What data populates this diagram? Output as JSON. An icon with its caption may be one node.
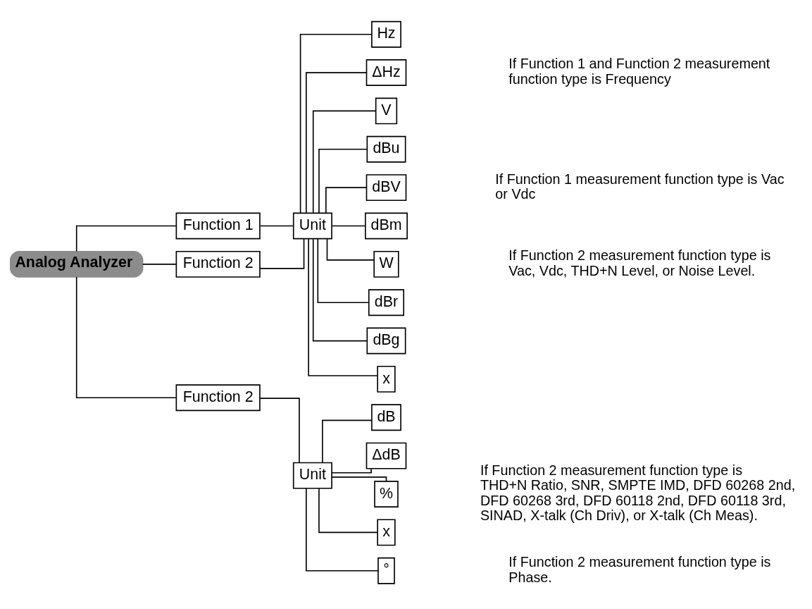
{
  "diagram": {
    "nodes": [
      {
        "text": [
          "Analog Analyzer"
        ]
      },
      {
        "text": [
          "Function 1"
        ]
      },
      {
        "text": [
          "Function 2"
        ]
      },
      {
        "text": [
          "Unit"
        ]
      },
      {
        "text": [
          "Hz"
        ]
      },
      {
        "text": [
          "ΔHz"
        ]
      },
      {
        "text": [
          "V"
        ]
      },
      {
        "text": [
          "dBu"
        ]
      },
      {
        "text": [
          "dBV"
        ]
      },
      {
        "text": [
          "dBm"
        ]
      },
      {
        "text": [
          "W"
        ]
      },
      {
        "text": [
          "dBr"
        ]
      },
      {
        "text": [
          "dBg"
        ]
      },
      {
        "text": [
          "x"
        ]
      },
      {
        "text": [
          "Function 2"
        ]
      },
      {
        "text": [
          "Unit"
        ]
      },
      {
        "text": [
          "dB"
        ]
      },
      {
        "text": [
          "ΔdB"
        ]
      },
      {
        "text": [
          "%"
        ]
      },
      {
        "text": [
          "x"
        ]
      },
      {
        "text": [
          "°"
        ]
      }
    ],
    "edges": [
      {
        "from": 0,
        "to": 1,
        "arrow": "none"
      },
      {
        "from": 0,
        "to": 2,
        "arrow": "none"
      },
      {
        "from": 0,
        "to": 14,
        "arrow": "none"
      },
      {
        "from": 1,
        "to": 3,
        "arrow": "none"
      },
      {
        "from": 2,
        "to": 3,
        "arrow": "none"
      },
      {
        "from": 3,
        "to": 4,
        "arrow": "none"
      },
      {
        "from": 3,
        "to": 5,
        "arrow": "none"
      },
      {
        "from": 3,
        "to": 6,
        "arrow": "none"
      },
      {
        "from": 3,
        "to": 7,
        "arrow": "none"
      },
      {
        "from": 3,
        "to": 8,
        "arrow": "none"
      },
      {
        "from": 3,
        "to": 9,
        "arrow": "none"
      },
      {
        "from": 3,
        "to": 10,
        "arrow": "none"
      },
      {
        "from": 3,
        "to": 11,
        "arrow": "none"
      },
      {
        "from": 3,
        "to": 12,
        "arrow": "none"
      },
      {
        "from": 3,
        "to": 13,
        "arrow": "none"
      },
      {
        "from": 14,
        "to": 15,
        "arrow": "none"
      },
      {
        "from": 15,
        "to": 16,
        "arrow": "none"
      },
      {
        "from": 15,
        "to": 17,
        "arrow": "none"
      },
      {
        "from": 15,
        "to": 18,
        "arrow": "none"
      },
      {
        "from": 15,
        "to": 19,
        "arrow": "none"
      },
      {
        "from": 15,
        "to": 20,
        "arrow": "none"
      }
    ],
    "labels": [
      "If Function 1 and Function 2 measurement function type is Frequency",
      "If Function 1 measurement function type is Vac or Vdc",
      "If Function 2 measurement function type is Vac, Vdc, THD+N Level, or Noise Level.",
      "If Function 2 measurement function type is THD+N Ratio, SNR, SMPTE IMD, DFD 60268 2nd, DFD 60268 3rd, DFD 60118 2nd, DFD 60118 3rd, SINAD, X-talk (Ch Driv), or X-talk (Ch Meas).",
      "If Function 2 measurement function type is Phase."
    ]
  }
}
